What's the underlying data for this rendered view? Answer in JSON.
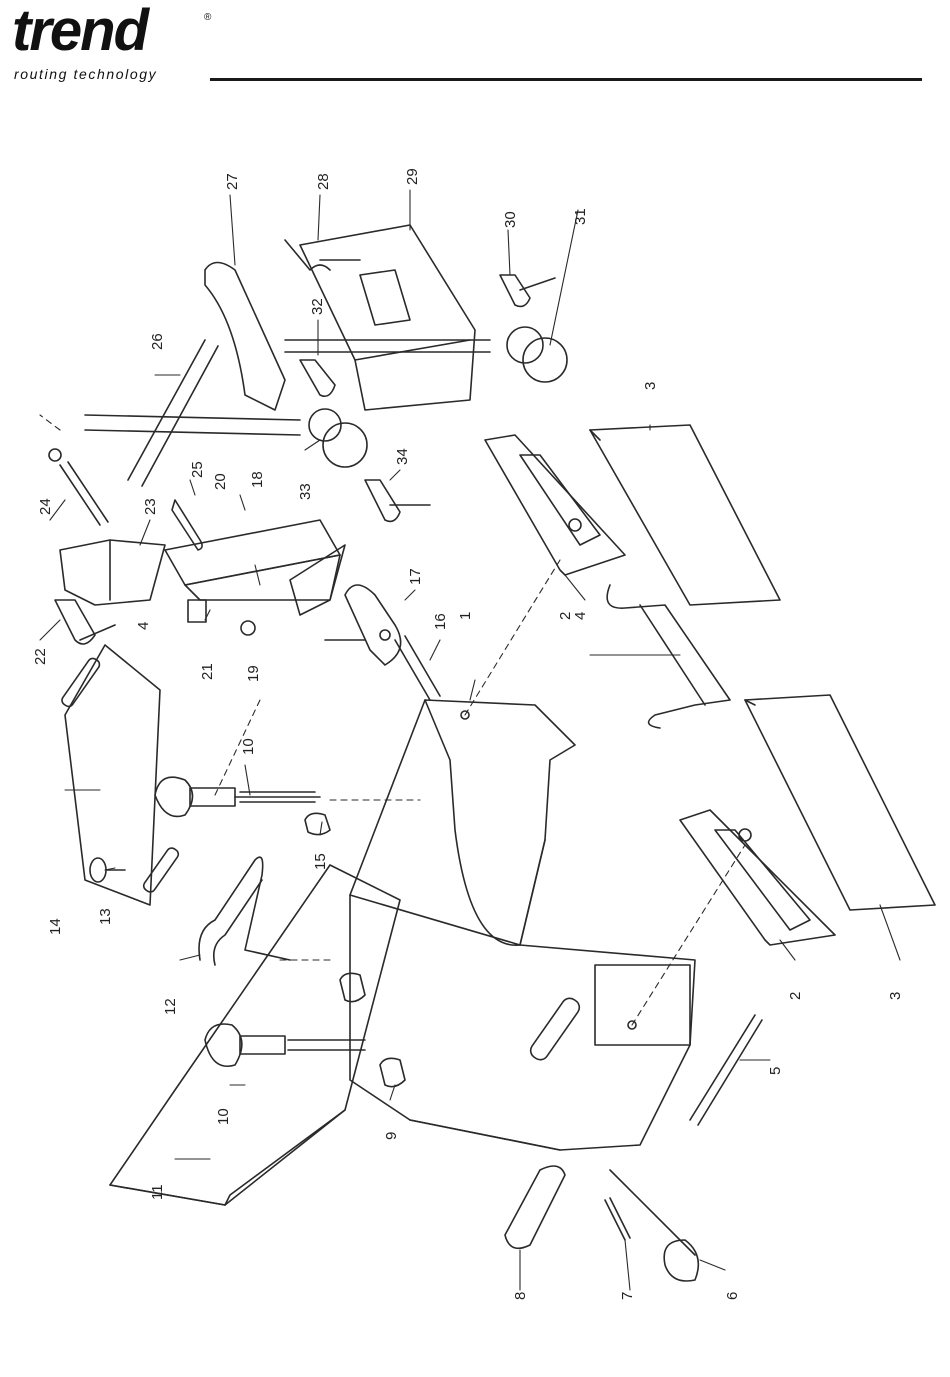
{
  "logo": {
    "brand": "trend",
    "registered": "®",
    "tagline": "routing technology"
  },
  "diagram": {
    "part_labels": [
      "1",
      "2",
      "2",
      "3",
      "3",
      "4",
      "4",
      "5",
      "6",
      "7",
      "8",
      "9",
      "10",
      "10",
      "11",
      "12",
      "13",
      "14",
      "15",
      "16",
      "17",
      "18",
      "19",
      "20",
      "21",
      "22",
      "23",
      "24",
      "25",
      "26",
      "27",
      "28",
      "29",
      "30",
      "31",
      "32",
      "33",
      "34"
    ]
  },
  "colors": {
    "line": "#2a2a2a",
    "background": "#ffffff"
  }
}
